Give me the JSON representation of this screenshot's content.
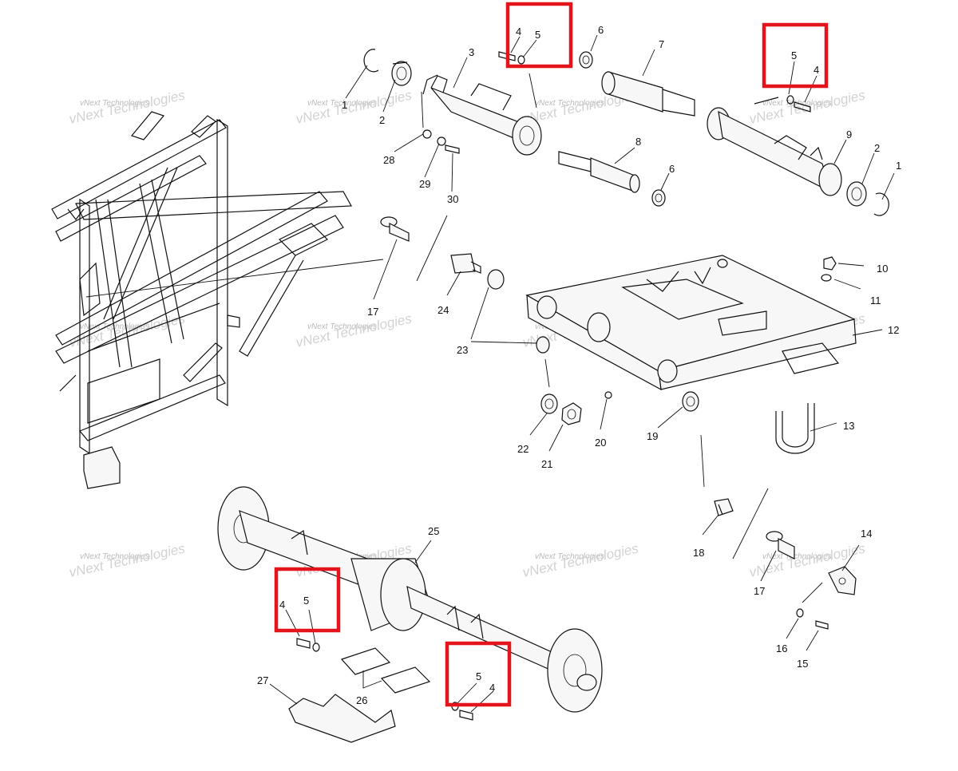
{
  "callouts": {
    "c1a": "1",
    "c2a": "2",
    "c3": "3",
    "c4a": "4",
    "c5a": "5",
    "c6a": "6",
    "c7": "7",
    "c8": "8",
    "c6b": "6",
    "c5b": "5",
    "c4b": "4",
    "c9": "9",
    "c2b": "2",
    "c1b": "1",
    "c28": "28",
    "c29": "29",
    "c30": "30",
    "c10": "10",
    "c11": "11",
    "c12": "12",
    "c13": "13",
    "c14": "14",
    "c15": "15",
    "c16": "16",
    "c17a": "17",
    "c17b": "17",
    "c18": "18",
    "c19": "19",
    "c20": "20",
    "c21": "21",
    "c22": "22",
    "c23": "23",
    "c24": "24",
    "c25": "25",
    "c26": "26",
    "c27": "27",
    "c4c": "4",
    "c5c": "5",
    "c5d": "5",
    "c4d": "4"
  },
  "watermark": {
    "line1": "vNext Technologies",
    "line2": "vNext Technologies"
  },
  "highlight_color": "#e3141b"
}
